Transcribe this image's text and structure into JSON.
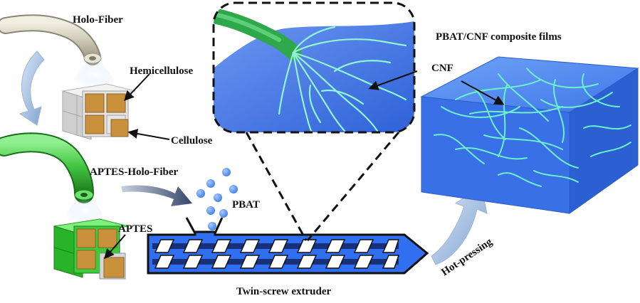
{
  "labels": {
    "holo_fiber": "Holo-Fiber",
    "hemicellulose": "Hemicellulose",
    "cellulose": "Cellulose",
    "aptes_holo_fiber": "APTES-Holo-Fiber",
    "aptes": "APTES",
    "pbat": "PBAT",
    "twin_screw_extruder": "Twin-screw extruder",
    "hot_pressing": "Hot-pressing",
    "cnf": "CNF",
    "composite_films": "PBAT/CNF composite films"
  },
  "colors": {
    "fiber_grey": "#c9c4b0",
    "fiber_green": "#3cc03c",
    "wood_core": "#c9913c",
    "grey_block": "#dcdcdc",
    "green_block": "#33cc33",
    "pbat_blue": "#4f8ff0",
    "extruder_blue": "#2f6ff0",
    "film_blue": "#3f7ff0",
    "cnf_cyan": "#55ecc8",
    "arrow_steel": "#5a6f94"
  },
  "icons": {
    "process_arrow": "arrow-icon",
    "zoom_outline": "dashed-lines"
  }
}
